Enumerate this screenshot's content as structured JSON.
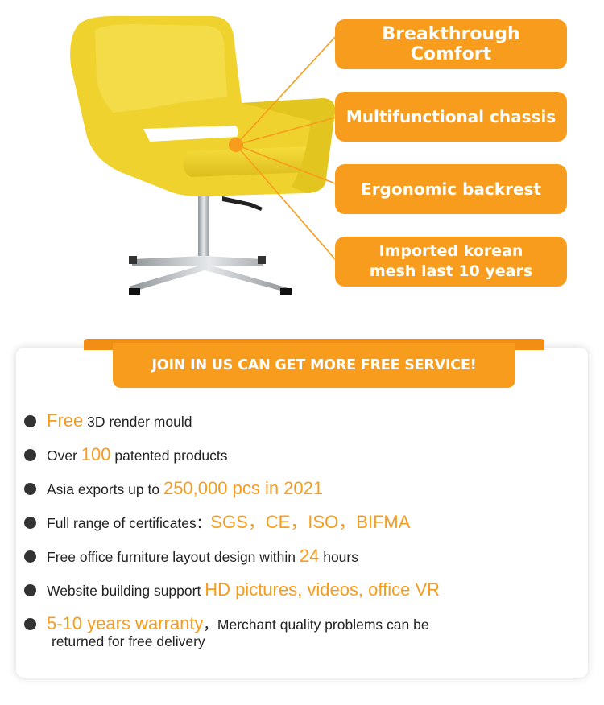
{
  "features": [
    "Breakthrough Comfort",
    "Multifunctional chassis",
    "Ergonomic backrest",
    [
      "Imported korean",
      "mesh last 10 years"
    ]
  ],
  "banner": "JOIN IN US CAN GET MORE FREE SERVICE!",
  "items": {
    "i1": {
      "hl": "Free",
      "text": " 3D render mould"
    },
    "i2": {
      "pre": "Over ",
      "hl": "100",
      "post": " patented products"
    },
    "i3": {
      "pre": "Asia exports up to ",
      "hl": "250,000 pcs in 2021"
    },
    "i4": {
      "pre": "Full range of certificates：",
      "hl": "SGS，CE，ISO，BIFMA"
    },
    "i5": {
      "pre": "Free office furniture layout design within ",
      "hl": "24",
      "post": " hours"
    },
    "i6": {
      "pre": "Website building support ",
      "hl": "HD pictures, videos, office VR"
    },
    "i7": {
      "hl": "5-10 years warranty",
      "post": "，Merchant quality problems can be",
      "line2": "returned for free delivery"
    }
  },
  "colors": {
    "accent": "#f79c1c",
    "chair": "#f2d533"
  }
}
